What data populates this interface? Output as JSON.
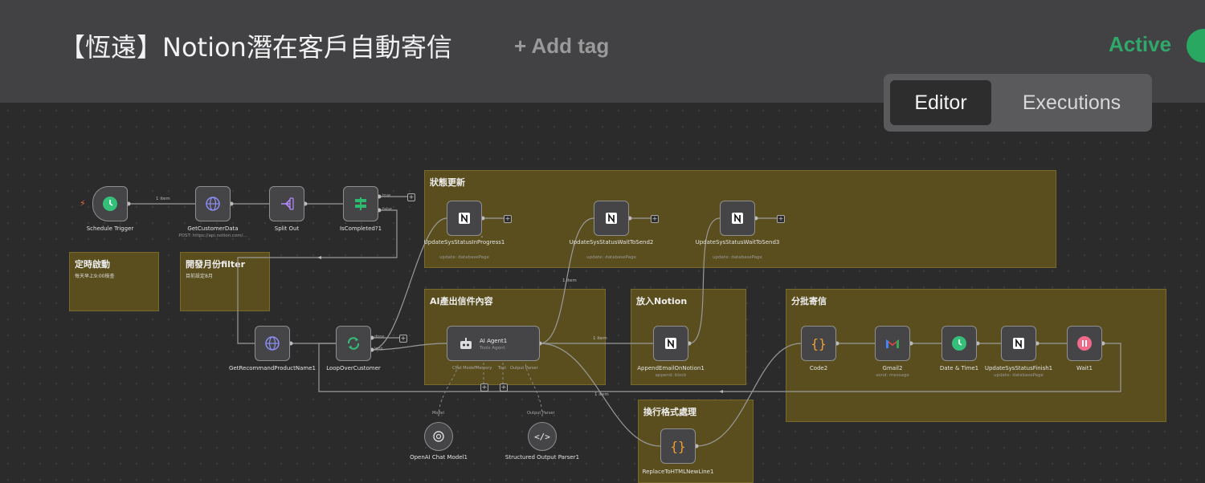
{
  "header": {
    "title": "【恆遠】Notion潛在客戶自動寄信",
    "add_tag": "+ Add tag",
    "status_label": "Active",
    "accent": "#29a862"
  },
  "view_switch": {
    "editor": "Editor",
    "executions": "Executions"
  },
  "stickies": {
    "schedule": {
      "title": "定時啟動",
      "text": "每天早上9:00檢查"
    },
    "month_filter": {
      "title": "開發月份filter",
      "text": "目前設定8月"
    },
    "status_update": {
      "title": "狀態更新"
    },
    "ai_content": {
      "title": "AI產出信件內容"
    },
    "to_notion": {
      "title": "放入Notion"
    },
    "batch_send": {
      "title": "分批寄信"
    },
    "format": {
      "title": "換行格式處理"
    }
  },
  "nodes": {
    "schedule_trigger": {
      "label": "Schedule Trigger"
    },
    "get_customer_data": {
      "label": "GetCustomerData",
      "sub": "POST: https://api.notion.com/..."
    },
    "split_out": {
      "label": "Split Out"
    },
    "is_completed": {
      "label": "IsCompleted?1",
      "out_true": "true",
      "out_false": "false"
    },
    "update_in_progress": {
      "label": "UpdateSysStatusInProgress1",
      "sub": "update: databasePage"
    },
    "update_wait_to_send2": {
      "label": "UpdateSysStatusWaitToSend2",
      "sub": "update: databasePage"
    },
    "update_wait_to_send3": {
      "label": "UpdateSysStatusWaitToSend3",
      "sub": "update: databasePage"
    },
    "get_recommand": {
      "label": "GetRecommandProductName1"
    },
    "loop": {
      "label": "LoopOverCustomer",
      "out_done": "done",
      "out_loop": "loop"
    },
    "ai_agent": {
      "label": "AI Agent1",
      "sub": "Tools Agent",
      "port_chat": "Chat Model*",
      "port_memory": "Memory",
      "port_tool": "Tool",
      "port_parser": "Output Parser"
    },
    "append_email": {
      "label": "AppendEmailOnNotion1",
      "sub": "append: block"
    },
    "replace_html": {
      "label": "ReplaceToHTMLNewLine1"
    },
    "code2": {
      "label": "Code2"
    },
    "gmail2": {
      "label": "Gmail2",
      "sub": "send: message"
    },
    "date_time": {
      "label": "Date & Time1"
    },
    "update_finish": {
      "label": "UpdateSysStatusFinish1",
      "sub": "update: databasePage"
    },
    "wait1": {
      "label": "Wait1"
    },
    "openai_model": {
      "label": "OpenAI Chat Model1",
      "port": "Model"
    },
    "structured_parser": {
      "label": "Structured Output Parser1",
      "port": "Output Parser"
    }
  },
  "edge_labels": {
    "e1": "1 item",
    "e2": "1 item",
    "e3": "1 item",
    "e4": "1 item"
  }
}
